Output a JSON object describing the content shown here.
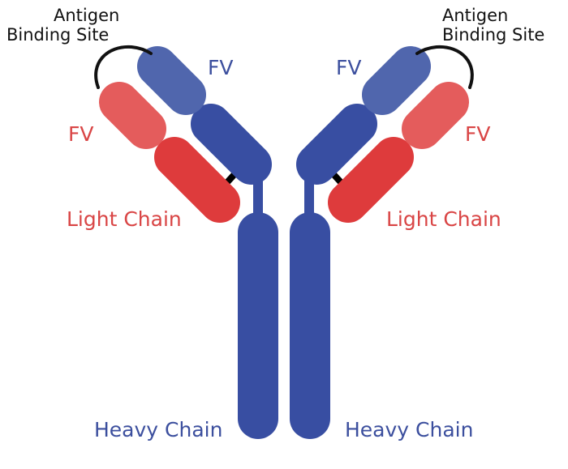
{
  "labels": {
    "antigen_left_1": "Antigen",
    "antigen_left_2": "Binding Site",
    "antigen_right_1": "Antigen",
    "antigen_right_2": "Binding Site",
    "fv_blue_left": "FV",
    "fv_red_left": "FV",
    "fv_blue_right": "FV",
    "fv_red_right": "FV",
    "light_left": "Light Chain",
    "light_right": "Light Chain",
    "heavy_left": "Heavy Chain",
    "heavy_right": "Heavy Chain"
  },
  "colors": {
    "heavy": "#384ea2",
    "heavy_variable": "#5066ad",
    "light": "#de3b3c",
    "light_variable": "#e45c5c",
    "text_black": "#111111",
    "text_blue": "#3c4f9e",
    "text_red": "#d94545",
    "bond": "#000000"
  }
}
